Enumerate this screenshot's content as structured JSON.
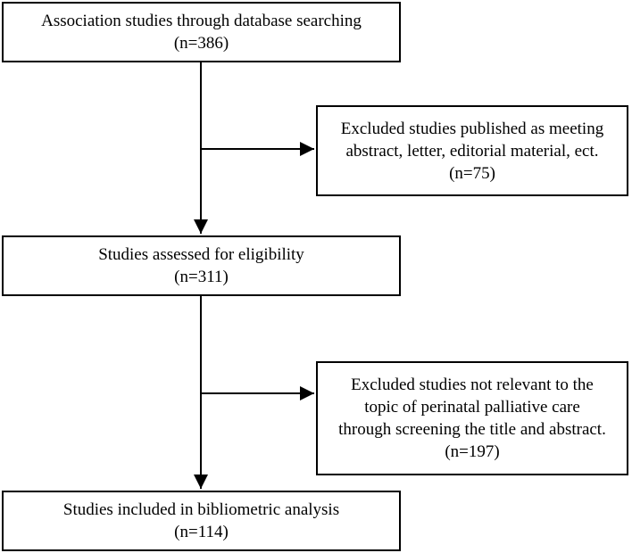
{
  "flowchart": {
    "box1": {
      "line1": "Association studies through database searching",
      "line2": "(n=386)"
    },
    "box2": {
      "line1": "Excluded studies  published as meeting",
      "line2": "abstract, letter, editorial material, ect.",
      "line3": "(n=75)"
    },
    "box3": {
      "line1": "Studies assessed for eligibility",
      "line2": "(n=311)"
    },
    "box4": {
      "line1": "Excluded studies not relevant to the",
      "line2": "topic of perinatal palliative care",
      "line3": "through screening the title and abstract.",
      "line4": "(n=197)"
    },
    "box5": {
      "line1": "Studies included in bibliometric analysis",
      "line2": "(n=114)"
    }
  },
  "colors": {
    "stroke": "#000000",
    "background": "#ffffff"
  }
}
